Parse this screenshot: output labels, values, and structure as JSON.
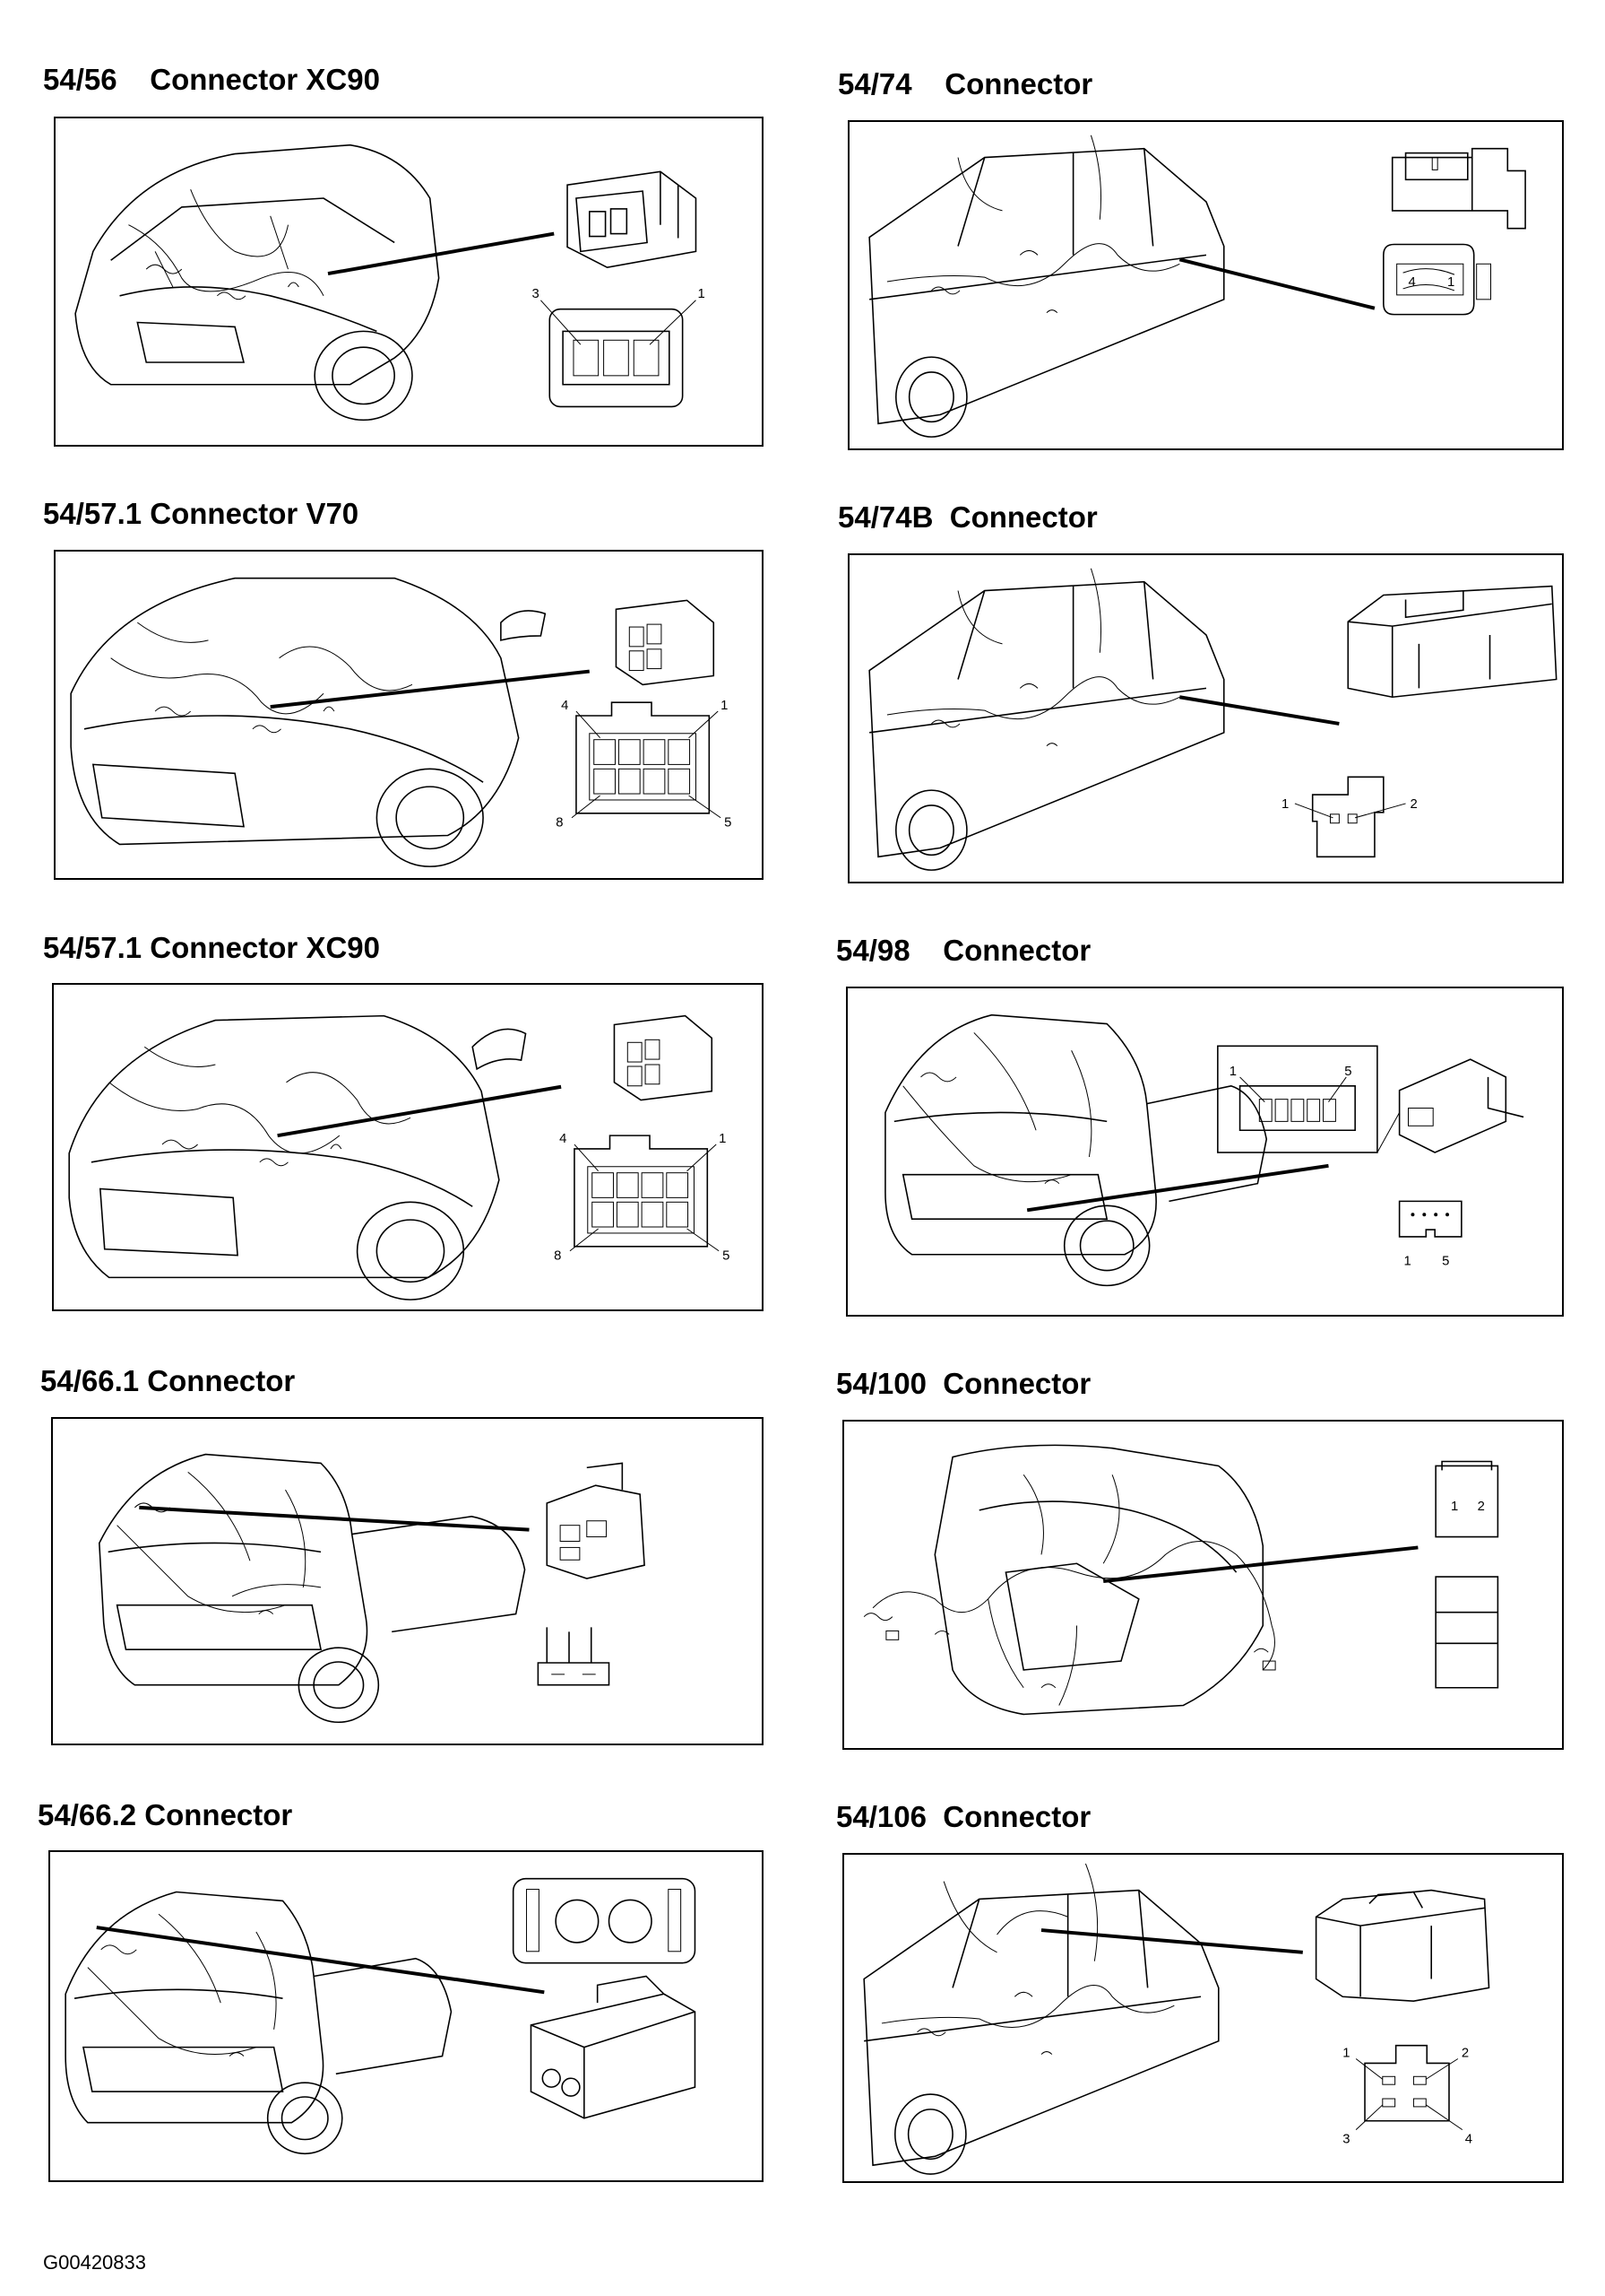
{
  "panels": [
    {
      "title": "54/56    Connector XC90",
      "pins": [
        "3",
        "1"
      ]
    },
    {
      "title": "54/74    Connector",
      "pins": [
        "4",
        "1"
      ]
    },
    {
      "title": "54/57.1 Connector V70",
      "pins": [
        "4",
        "1",
        "8",
        "5"
      ]
    },
    {
      "title": "54/74B  Connector",
      "pins": [
        "1",
        "2"
      ]
    },
    {
      "title": "54/57.1 Connector XC90",
      "pins": [
        "4",
        "1",
        "8",
        "5"
      ]
    },
    {
      "title": "54/98    Connector",
      "pins": [
        "1",
        "5",
        "1",
        "5"
      ]
    },
    {
      "title": "54/66.1 Connector",
      "pins": []
    },
    {
      "title": "54/100  Connector",
      "pins": [
        "1",
        "2"
      ]
    },
    {
      "title": "54/66.2 Connector",
      "pins": []
    },
    {
      "title": "54/106  Connector",
      "pins": [
        "1",
        "2",
        "3",
        "4"
      ]
    }
  ],
  "footer": {
    "code": "G00420833"
  }
}
